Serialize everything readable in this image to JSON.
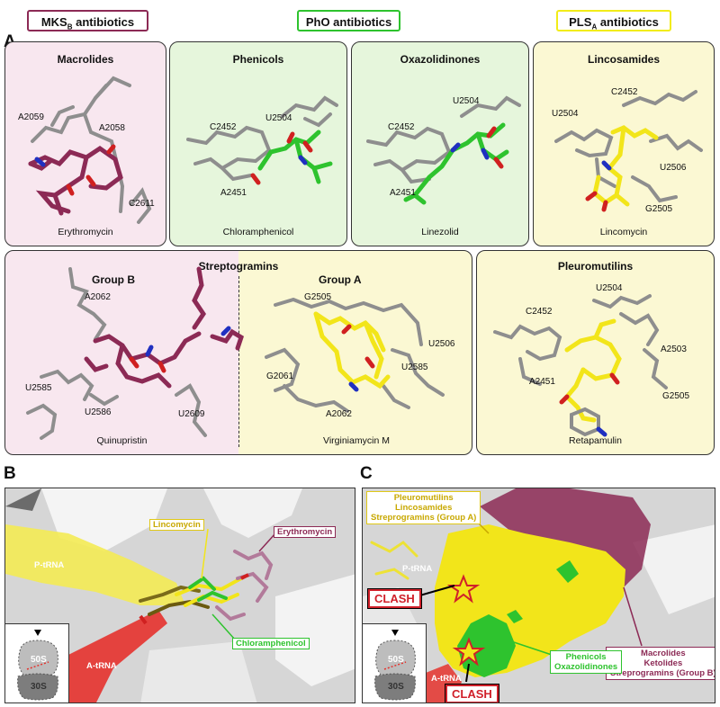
{
  "panel_letters": {
    "a": "A",
    "b": "B",
    "c": "C"
  },
  "headers": {
    "mks": {
      "main": "MKS",
      "sub": "B",
      "rest": " antibiotics",
      "color": "#8c2a55"
    },
    "pho": {
      "text": "PhO antibiotics",
      "color": "#2ec32e"
    },
    "pls": {
      "main": "PLS",
      "sub": "A",
      "rest": " antibiotics",
      "color": "#f2ec18"
    }
  },
  "cards": {
    "macrolides": {
      "title": "Macrolides",
      "caption": "Erythromycin",
      "labels": [
        "A2059",
        "A2058",
        "C2611"
      ]
    },
    "phenicols": {
      "title": "Phenicols",
      "caption": "Chloramphenicol",
      "labels": [
        "U2504",
        "C2452",
        "A2451"
      ]
    },
    "oxazolidinones": {
      "title": "Oxazolidinones",
      "caption": "Linezolid",
      "labels": [
        "U2504",
        "C2452",
        "A2451"
      ]
    },
    "lincosamides": {
      "title": "Lincosamides",
      "caption": "Lincomycin",
      "labels": [
        "C2452",
        "U2504",
        "U2506",
        "G2505"
      ]
    },
    "streptogramins": {
      "title": "Streptogramins",
      "group_b": {
        "title": "Group B",
        "caption": "Quinupristin",
        "labels": [
          "A2062",
          "U2585",
          "U2586",
          "U2609"
        ]
      },
      "group_a": {
        "title": "Group A",
        "caption": "Virginiamycin M",
        "labels": [
          "G2505",
          "G2061",
          "U2506",
          "U2585",
          "A2062"
        ]
      }
    },
    "pleuromutilins": {
      "title": "Pleuromutilins",
      "caption": "Retapamulin",
      "labels": [
        "U2504",
        "C2452",
        "A2503",
        "A2451",
        "G2505"
      ]
    }
  },
  "panel_b": {
    "p_trna": "P-tRNA",
    "a_trna": "A-tRNA",
    "lincomycin": "Lincomycin",
    "erythromycin": "Erythromycin",
    "chloramphenicol": "Chloramphenicol",
    "inset_50s": "50S",
    "inset_30s": "30S"
  },
  "panel_c": {
    "pls_callout": [
      "Pleuromutilins",
      "Lincosamides",
      "Streprogramins (Group A)"
    ],
    "mks_callout": [
      "Macrolides",
      "Ketolides",
      "Streprogramins (Group B)"
    ],
    "pho_callout": [
      "Phenicols",
      "Oxazolidinones"
    ],
    "p_trna": "P-tRNA",
    "a_trna": "A-tRNA",
    "clash_1": "CLASH",
    "clash_2": "CLASH",
    "inset_50s": "50S",
    "inset_30s": "30S"
  },
  "colors": {
    "mks": "#8c2a55",
    "pho": "#2ec32e",
    "pls": "#f2ec18",
    "a_trna": "#e5322d",
    "clash": "#d0202a"
  }
}
